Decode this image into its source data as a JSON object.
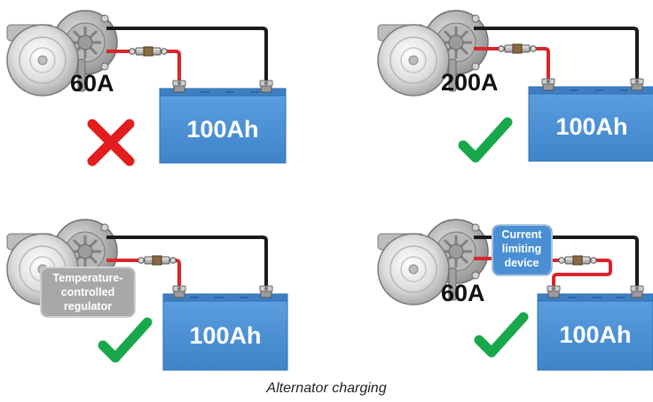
{
  "caption": "Alternator charging",
  "colors": {
    "battery": "#4a8fd4",
    "battery_dark": "#3878bc",
    "positive_cable": "#d9252b",
    "negative_cable": "#1a1a1a",
    "check": "#18a84b",
    "cross": "#e31d1d",
    "regulator_box": "#a8a8a8",
    "limiter_box": "#4a8fd4"
  },
  "scenarios": [
    {
      "alternator_rating": "60A",
      "battery_capacity": "100Ah",
      "outcome": "cross",
      "device_label": []
    },
    {
      "alternator_rating": "200A",
      "battery_capacity": "100Ah",
      "outcome": "check",
      "device_label": []
    },
    {
      "alternator_rating": "",
      "battery_capacity": "100Ah",
      "outcome": "check",
      "device_label": [
        "Temperature-",
        "controlled",
        "regulator"
      ]
    },
    {
      "alternator_rating": "60A",
      "battery_capacity": "100Ah",
      "outcome": "check",
      "device_label": [
        "Current",
        "limiting",
        "device"
      ]
    }
  ]
}
